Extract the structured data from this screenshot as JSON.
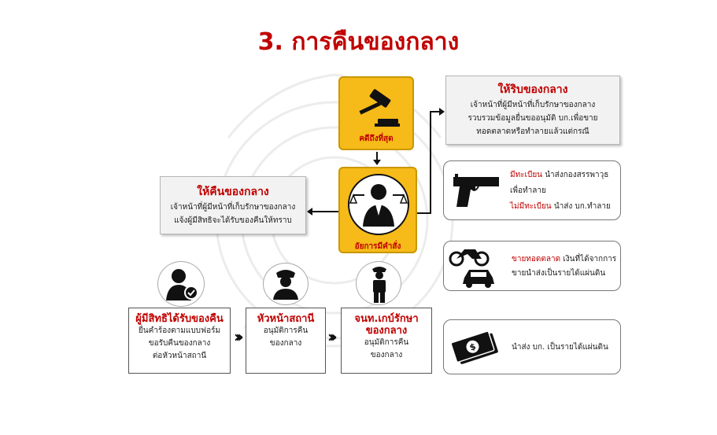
{
  "title": "3. การคืนของกลาง",
  "top_box": {
    "label": "คดีถึงที่สุด",
    "icon": "gavel-icon"
  },
  "center_box": {
    "label": "อัยการมีคำสั่ง",
    "icon": "prosecutor-icon"
  },
  "sale_card": {
    "title": "ให้ริบของกลาง",
    "lines": [
      "เจ้าหน้าที่ผู้มีหน้าที่เก็บรักษาของกลาง",
      "รวบรวมข้อมูลยื่นขออนุมัติ บก.เพื่อขาย",
      "ทอดตลาดหรือทำลายแล้วแต่กรณี"
    ]
  },
  "return_card": {
    "title": "ให้คืนของกลาง",
    "lines": [
      "เจ้าหน้าที่ผู้มีหน้าที่เก็บรักษาของกลาง",
      "แจ้งผู้มีสิทธิจะได้รับของคืนให้ทราบ"
    ]
  },
  "gun_card": {
    "icon": "gun-icon",
    "line1_red": "มีทะเบียน",
    "line1_text": " นำส่งกองสรรพาวุธ",
    "line2": "เพื่อทำลาย",
    "line3_red": "ไม่มีทะเบียน",
    "line3_text": " นำส่ง บก.ทำลาย"
  },
  "vehicle_card": {
    "icons": [
      "motorcycle-icon",
      "car-icon"
    ],
    "line1_red": "ขายทอดตลาด",
    "line1_text": " เงินที่ได้จากการ",
    "line2": "ขายนำส่งเป็นรายได้แผ่นดิน"
  },
  "cash_card": {
    "icon": "cash-icon",
    "text": "นำส่ง บก. เป็นรายได้แผ่นดิน"
  },
  "steps": [
    {
      "title": "ผู้มีสิทธิได้รับของคืน",
      "lines": [
        "ยื่นคำร้องตามแบบฟอร์ม",
        "ขอรับคืนของกลาง",
        "ต่อหัวหน้าสถานี"
      ],
      "icon": "person-check-icon"
    },
    {
      "title": "หัวหน้าสถานี",
      "lines": [
        "อนุมัติการคืน",
        "ของกลาง"
      ],
      "icon": "police-chief-icon"
    },
    {
      "title_lines": [
        "จนท.เกบ์รักษา",
        "ของกลาง"
      ],
      "lines": [
        "อนุมัติการคืน",
        "ของกลาง"
      ],
      "icon": "police-officer-icon"
    }
  ],
  "arrow_glyph": "›››"
}
